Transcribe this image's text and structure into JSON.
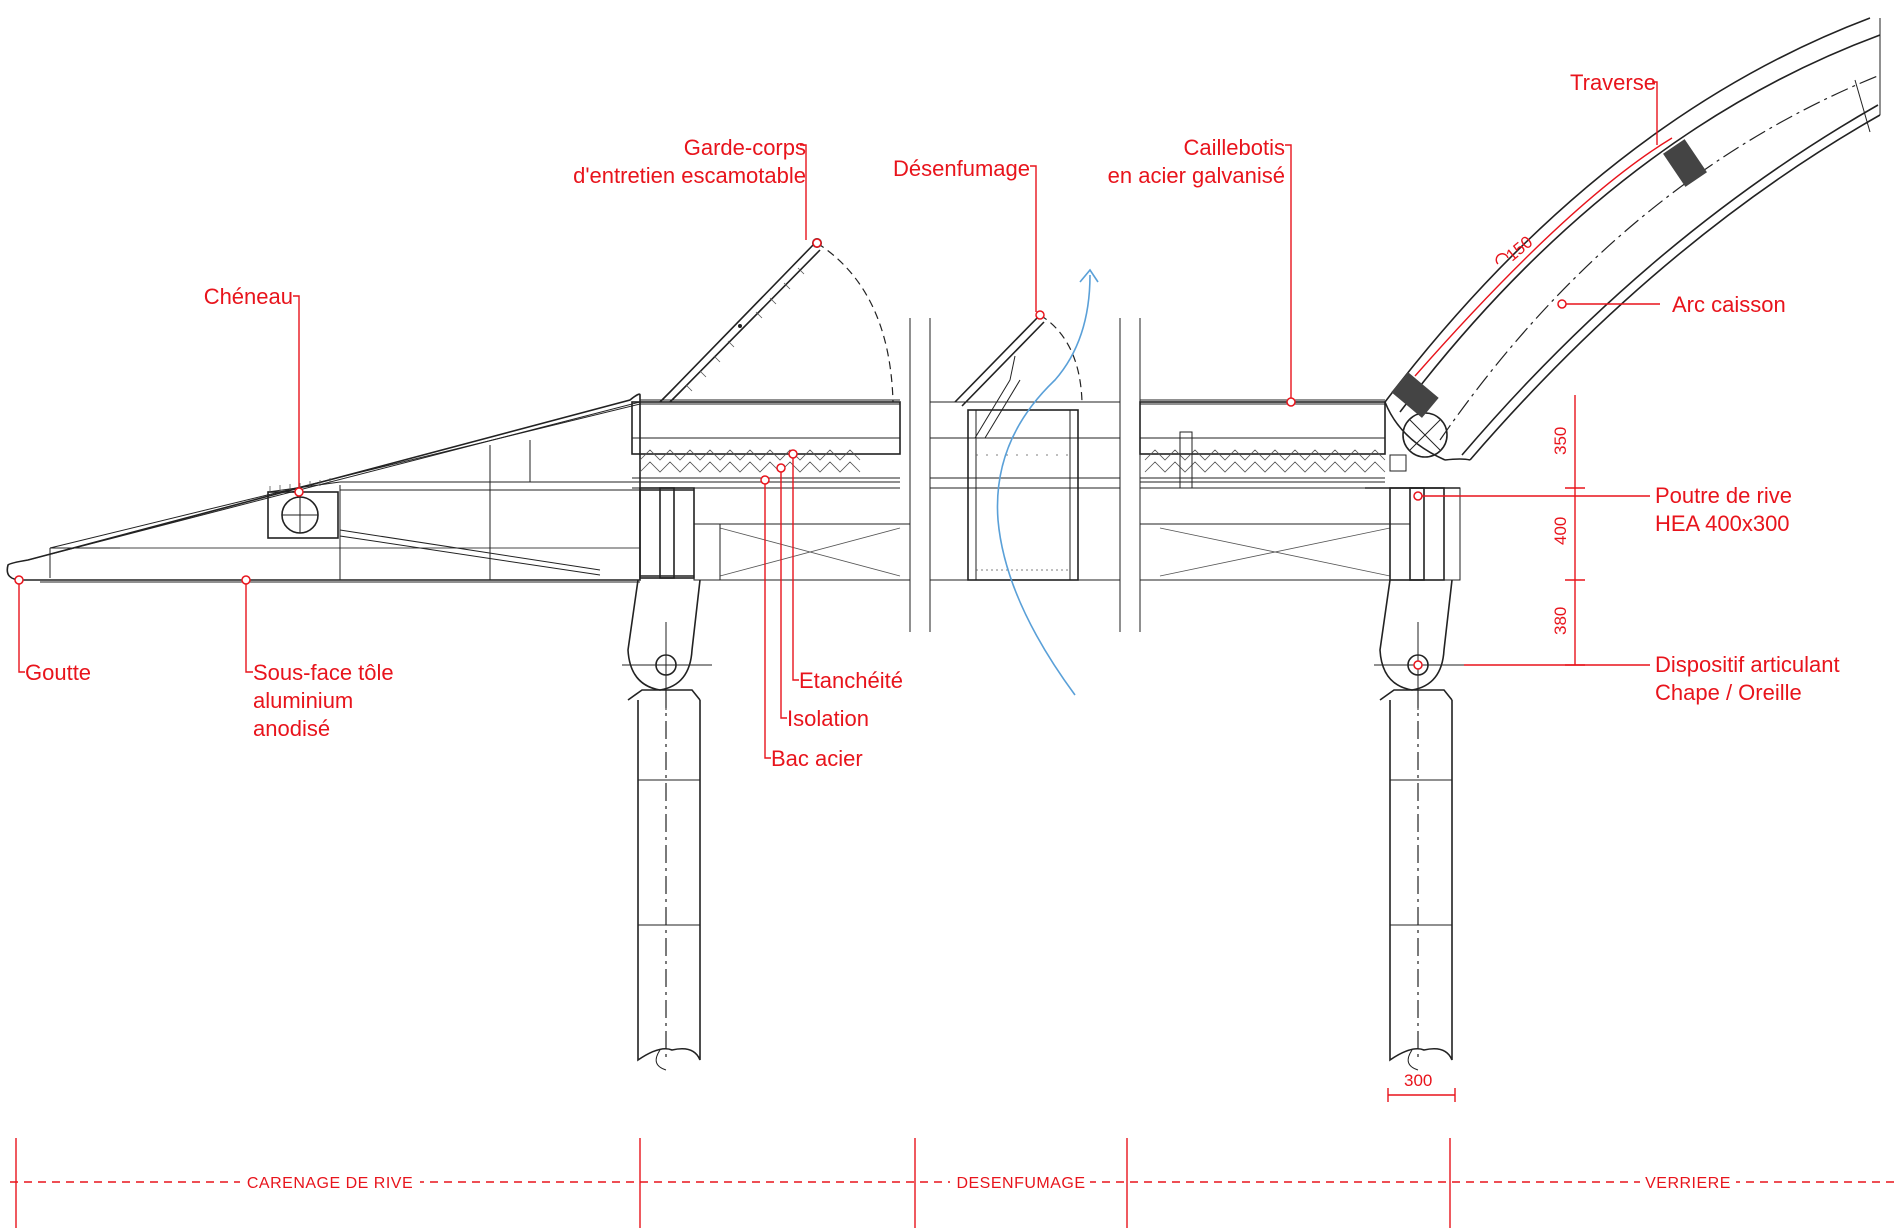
{
  "labels": {
    "traverse": "Traverse",
    "garde_corps_1": "Garde-corps",
    "garde_corps_2": "d'entretien escamotable",
    "desenfumage": "Désenfumage",
    "caillebotis_1": "Caillebotis",
    "caillebotis_2": "en acier galvanisé",
    "cheneau": "Chéneau",
    "arc_caisson": "Arc caisson",
    "poutre_1": "Poutre de rive",
    "poutre_2": "HEA 400x300",
    "goutte": "Goutte",
    "sous_face_1": "Sous-face tôle",
    "sous_face_2": "aluminium",
    "sous_face_3": "anodisé",
    "etancheite": "Etanchéité",
    "isolation": "Isolation",
    "bac_acier": "Bac acier",
    "dispositif_1": "Dispositif articulant",
    "dispositif_2": "Chape / Oreille"
  },
  "dimensions": {
    "radius": "150",
    "d350": "350",
    "d400": "400",
    "d380": "380",
    "width300": "300"
  },
  "zones": {
    "carenage": "CARENAGE DE RIVE",
    "desenfumage": "DESENFUMAGE",
    "verriere": "VERRIERE"
  },
  "colors": {
    "annotation": "#e8141c",
    "linework": "#222222",
    "airflow": "#5aa0d8"
  }
}
